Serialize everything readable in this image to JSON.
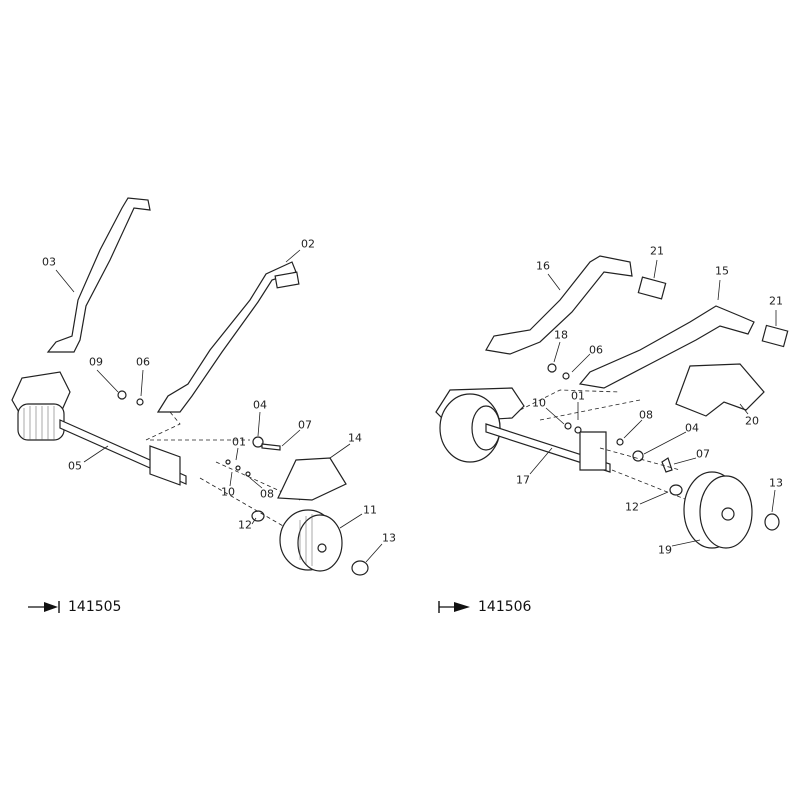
{
  "diagrams": [
    {
      "reference": "141505",
      "arrow_icon": "arrow-to-bar",
      "callouts": [
        "03",
        "02",
        "09",
        "06",
        "04",
        "07",
        "01",
        "14",
        "05",
        "10",
        "08",
        "11",
        "12",
        "13"
      ]
    },
    {
      "reference": "141506",
      "arrow_icon": "bar-to-arrow",
      "callouts": [
        "21",
        "16",
        "15",
        "21",
        "18",
        "06",
        "10",
        "01",
        "08",
        "04",
        "20",
        "07",
        "17",
        "12",
        "13",
        "19"
      ]
    }
  ]
}
